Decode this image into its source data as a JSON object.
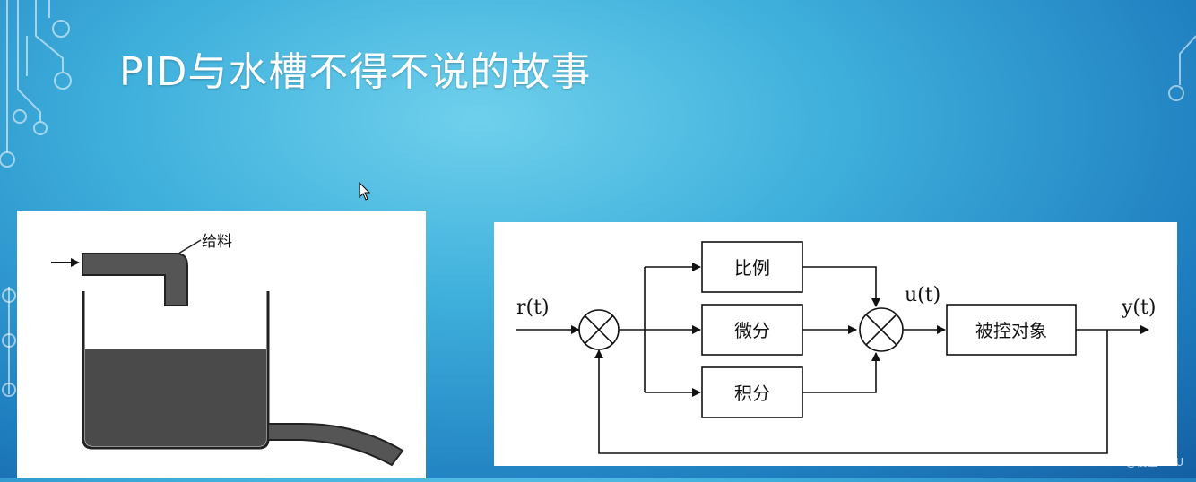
{
  "slide": {
    "title": "PID与水槽不得不说的故事"
  },
  "tank_figure": {
    "feed_label": "给料"
  },
  "pid_diagram": {
    "input_label": "r(t)",
    "control_label": "u(t)",
    "output_label": "y(t)",
    "blocks": {
      "proportional": "比例",
      "derivative": "微分",
      "integral": "积分",
      "plant": "被控对象"
    }
  },
  "watermark": "CSDN @傻童:CPU"
}
